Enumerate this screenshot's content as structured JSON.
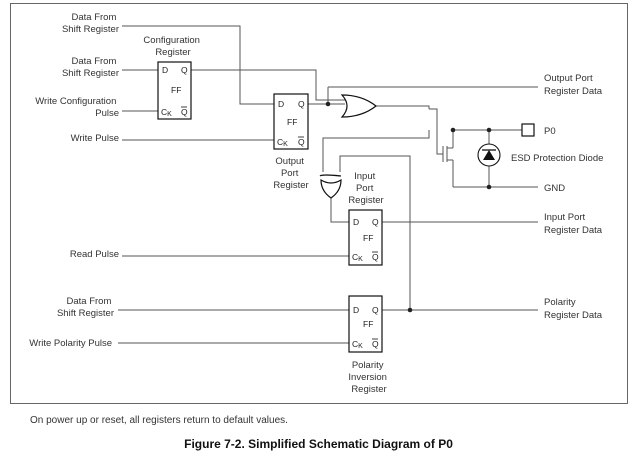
{
  "inputs": {
    "data_from_shift_register_1": [
      "Data From",
      "Shift Register"
    ],
    "data_from_shift_register_2": [
      "Data From",
      "Shift Register"
    ],
    "write_configuration_pulse": [
      "Write Configuration",
      "Pulse"
    ],
    "write_pulse": "Write Pulse",
    "read_pulse": "Read Pulse",
    "data_from_shift_register_3": [
      "Data From",
      "Shift Register"
    ],
    "write_polarity_pulse": "Write Polarity Pulse"
  },
  "outputs": {
    "output_port_register_data": [
      "Output Port",
      "Register Data"
    ],
    "p0": "P0",
    "esd_protection_diode": "ESD Protection Diode",
    "gnd": "GND",
    "input_port_register_data": [
      "Input Port",
      "Register Data"
    ],
    "polarity_register_data": [
      "Polarity",
      "Register Data"
    ]
  },
  "flip_flop": {
    "d": "D",
    "q": "Q",
    "ck": "C",
    "ck_sub": "K",
    "qbar": "Q",
    "ff": "FF"
  },
  "blocks": {
    "configuration_register": [
      "Configuration",
      "Register"
    ],
    "output_port_register": [
      "Output",
      "Port",
      "Register"
    ],
    "input_port_register": [
      "Input",
      "Port",
      "Register"
    ],
    "polarity_inversion_register": [
      "Polarity",
      "Inversion",
      "Register"
    ]
  },
  "footnote": "On power up or reset, all registers return to default values.",
  "caption": "Figure 7-2. Simplified Schematic Diagram of P0"
}
